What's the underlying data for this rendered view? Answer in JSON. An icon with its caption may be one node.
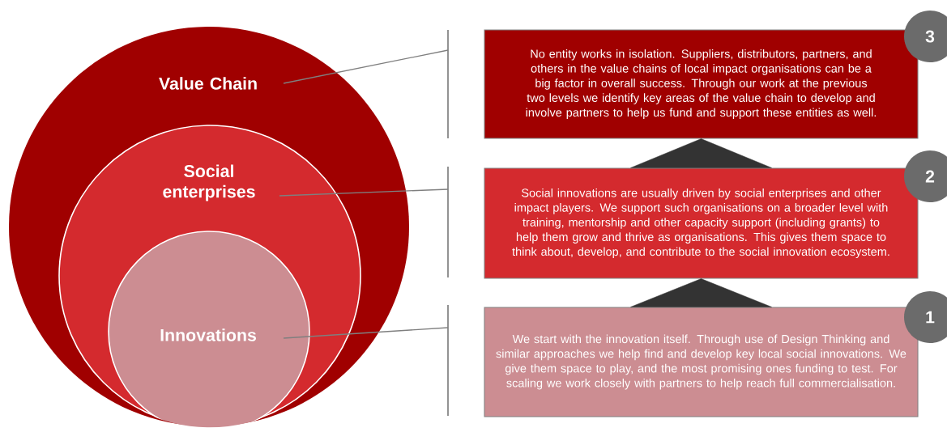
{
  "diagram": {
    "nodes": [
      {
        "text": [
          "Value Chain"
        ]
      },
      {
        "text": [
          "Social enterprises"
        ],
        "in": 0
      },
      {
        "text": [
          "Innovations"
        ],
        "in": 1
      },
      {
        "text": [
          "No entity works in isolation. Suppliers, distributors, partners, and others in the value chains of local impact organisations can be a big factor in overall success. Through our work at the previous two levels we identify key areas of the value chain to develop and involve partners to help us fund and support these entities as well."
        ]
      },
      {
        "text": [
          "Social innovations are usually driven by social enterprises and other impact players. We support such organisations on a broader level with training, mentorship and other capacity support (including grants) to help them grow and thrive as organisations. This gives them space to think about, develop, and contribute to the social innovation ecosystem."
        ]
      },
      {
        "text": [
          "We start with the innovation itself. Through use of Design Thinking and similar approaches we help find and develop key local social innovations. We give them space to play, and the most promising ones funding to test. For scaling we work closely with partners to help reach full commercialisation."
        ]
      },
      {
        "text": [
          "3"
        ]
      },
      {
        "text": [
          "2"
        ]
      },
      {
        "text": [
          "1"
        ]
      },
      {
        "text": [],
        "shape": "bar"
      },
      {
        "text": [],
        "shape": "bar"
      },
      {
        "text": [],
        "shape": "bar"
      }
    ],
    "edges": [
      {
        "from": 0,
        "to": 9,
        "arrow": "none"
      },
      {
        "from": 1,
        "to": 10,
        "arrow": "none"
      },
      {
        "from": 2,
        "to": 11,
        "arrow": "none"
      },
      {
        "from": 5,
        "to": 4,
        "arrow": "to",
        "color": "#333333"
      },
      {
        "from": 4,
        "to": 3,
        "arrow": "to",
        "color": "#333333"
      }
    ]
  }
}
